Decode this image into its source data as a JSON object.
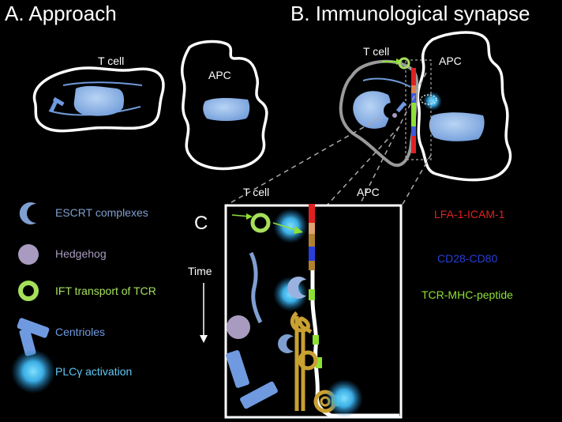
{
  "titles": {
    "a": "A. Approach",
    "b": "B. Immunological synapse",
    "c": "C"
  },
  "labels": {
    "t_cell": "T cell",
    "apc": "APC",
    "time": "Time"
  },
  "legend": [
    {
      "label": "ESCRT complexes",
      "icon": "escrt-icon",
      "color": "#7f9fd0"
    },
    {
      "label": "Hedgehog",
      "icon": "hedgehog-icon",
      "color": "#a89bbf"
    },
    {
      "label": "IFT transport of TCR",
      "icon": "ift-ring-icon",
      "color": "#a6e05a"
    },
    {
      "label": "Centrioles",
      "icon": "centriole-icon",
      "color": "#6f9ae0"
    },
    {
      "label": "PLCγ activation",
      "icon": "plc-glow-icon",
      "color": "#5fc8f5"
    }
  ],
  "molecules": [
    {
      "label": "LFA-1-ICAM-1",
      "color": "#e02020"
    },
    {
      "label": "CD28-CD80",
      "color": "#2a3ed8"
    },
    {
      "label": "TCR-MHC-peptide",
      "color": "#8ee035"
    }
  ],
  "colors": {
    "background": "#000000",
    "outline": "#ffffff",
    "nucleus": "#8fb8ec",
    "golgi": "#c9a032",
    "panel_border": "#ffffff"
  }
}
